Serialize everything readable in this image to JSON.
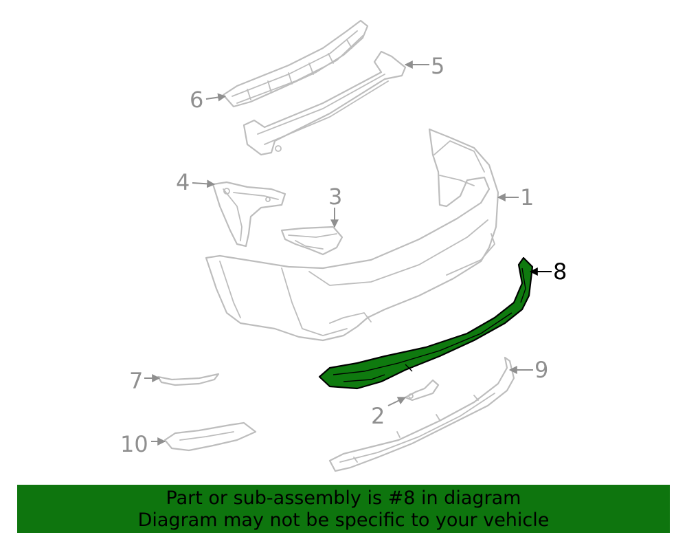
{
  "callouts": {
    "c1": "1",
    "c2": "2",
    "c3": "3",
    "c4": "4",
    "c5": "5",
    "c6": "6",
    "c7": "7",
    "c8": "8",
    "c9": "9",
    "c10": "10"
  },
  "highlighted_part": "8",
  "colors": {
    "highlight": "#0f7a0f",
    "banner": "#0e750e",
    "line": "#bdbdbd",
    "label": "#8f8f8f"
  },
  "banner": {
    "line1": "Part or sub-assembly is #8 in diagram",
    "line2": "Diagram may not be specific to your vehicle"
  }
}
